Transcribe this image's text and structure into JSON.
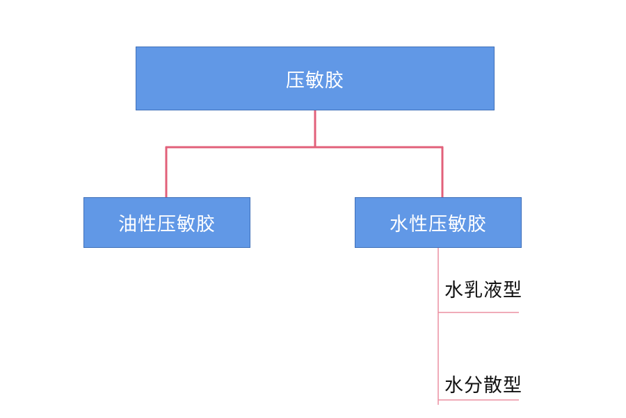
{
  "diagram": {
    "root": {
      "label": "压敏胶"
    },
    "children": [
      {
        "label": "油性压敏胶"
      },
      {
        "label": "水性压敏胶",
        "subtypes": [
          {
            "label": "水乳液型"
          },
          {
            "label": "水分散型"
          }
        ]
      }
    ]
  },
  "colors": {
    "node_fill": "#6198e6",
    "node_border": "#3f6fb8",
    "node_text": "#ffffff",
    "connector_main": "#e2607a",
    "connector_sub": "#ec8fa0",
    "sub_text": "#111111"
  }
}
